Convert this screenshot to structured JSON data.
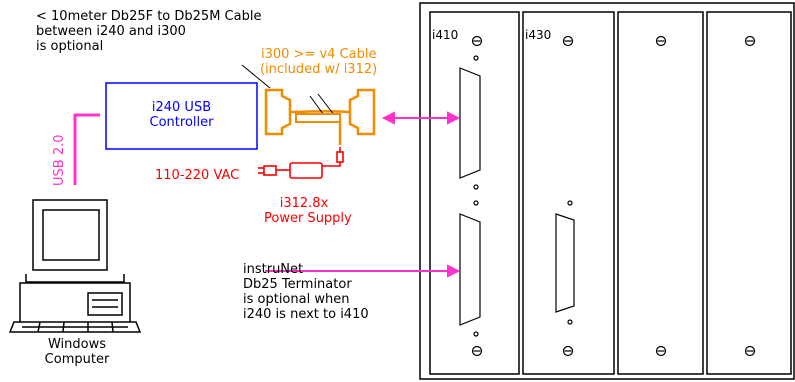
{
  "notes": {
    "cable_note": [
      "< 10meter Db25F to Db25M Cable",
      "between i240 and i300",
      "is optional"
    ],
    "i300_cable": [
      "i300 >= v4 Cable",
      "(included w/ i312)"
    ],
    "power_supply": [
      "i312.8x",
      "Power Supply"
    ],
    "vac": "110-220 VAC",
    "usb": "USB 2.0",
    "terminator": [
      "instruNet",
      "Db25 Terminator",
      "is optional when",
      "i240 is next to i410"
    ],
    "computer": [
      "Windows",
      "Computer"
    ]
  },
  "controller": {
    "label": [
      "i240 USB",
      "Controller"
    ]
  },
  "chassis": {
    "slot_labels": [
      "i410",
      "i430",
      "",
      ""
    ]
  },
  "colors": {
    "usb_pink": "#ff33cc",
    "cable_orange": "#f08c00",
    "power_red": "#ff0000",
    "controller_blue": "#0000ff"
  }
}
